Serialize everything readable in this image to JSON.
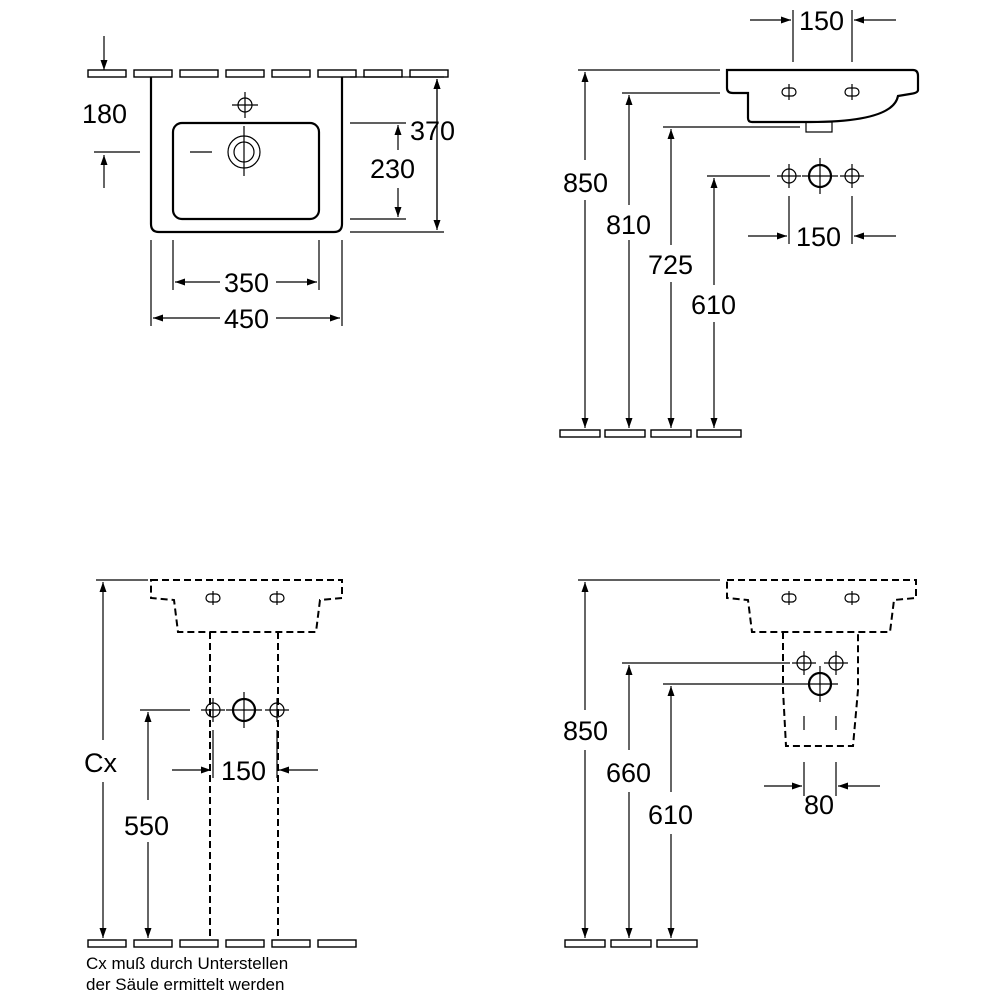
{
  "top_view": {
    "dim_180": "180",
    "dim_370": "370",
    "dim_230": "230",
    "dim_350": "350",
    "dim_450": "450"
  },
  "side_view": {
    "dim_150_top": "150",
    "dim_150_mid": "150",
    "dim_850": "850",
    "dim_810": "810",
    "dim_725": "725",
    "dim_610": "610"
  },
  "pedestal_view": {
    "dim_cx": "Cx",
    "dim_550": "550",
    "dim_150": "150",
    "note_line1": "Cx muß durch Unterstellen",
    "note_line2": "der Säule ermittelt werden"
  },
  "semi_pedestal_view": {
    "dim_850": "850",
    "dim_660": "660",
    "dim_610": "610",
    "dim_80": "80"
  }
}
